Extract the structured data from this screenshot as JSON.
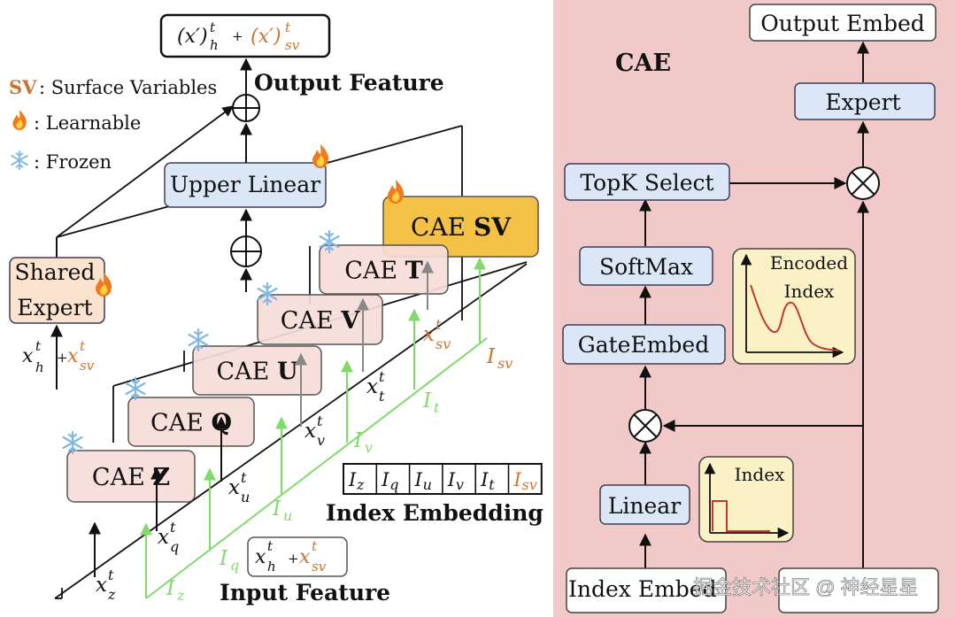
{
  "colors": {
    "right_panel_bg": "#f2c9c9",
    "blue_box": "#dbe6f7",
    "blue_stroke": "#3d3d55",
    "cae_box": "#f6dcd9",
    "cae_sv_box": "#f4c147",
    "shared_expert_box": "#fbe3cf",
    "green": "#7fdc6a",
    "orange": "#c87533",
    "encoded_bg": "#fbf1c6",
    "curve_red": "#c0392b"
  },
  "left": {
    "legend": {
      "sv_key": "SV",
      "sv_text": ": Surface Variables",
      "learnable": ": Learnable",
      "frozen": ": Frozen"
    },
    "output_label": "Output Feature",
    "output_formula": {
      "a": "(x′)",
      "a_sup": "t",
      "a_sub": "h",
      "plus": "+",
      "b": "(x′)",
      "b_sup": "t",
      "b_sub": "sv"
    },
    "upper_linear": "Upper Linear",
    "shared_expert": [
      "Shared",
      "Expert"
    ],
    "shared_input": {
      "base": "x",
      "sup": "t",
      "sub": "h",
      "plus": "+",
      "sv_base": "x",
      "sv_sup": "t",
      "sv_sub": "sv"
    },
    "cae_prefix": "CAE",
    "cae_boxes": [
      {
        "id": "z",
        "bold": "Z"
      },
      {
        "id": "q",
        "bold": "Q"
      },
      {
        "id": "u",
        "bold": "U"
      },
      {
        "id": "v",
        "bold": "V"
      },
      {
        "id": "t",
        "bold": "T"
      },
      {
        "id": "sv",
        "bold": "SV"
      }
    ],
    "x_inputs": [
      {
        "base": "x",
        "sup": "t",
        "sub": "z"
      },
      {
        "base": "x",
        "sup": "t",
        "sub": "q"
      },
      {
        "base": "x",
        "sup": "t",
        "sub": "u"
      },
      {
        "base": "x",
        "sup": "t",
        "sub": "v"
      },
      {
        "base": "x",
        "sup": "t",
        "sub": "t"
      },
      {
        "base": "x",
        "sup": "t",
        "sub": "sv"
      }
    ],
    "i_inputs": [
      {
        "base": "I",
        "sub": "z"
      },
      {
        "base": "I",
        "sub": "q"
      },
      {
        "base": "I",
        "sub": "u"
      },
      {
        "base": "I",
        "sub": "v"
      },
      {
        "base": "I",
        "sub": "t"
      },
      {
        "base": "I",
        "sub": "sv"
      }
    ],
    "index_embedding_label": "Index Embedding",
    "index_cells": [
      "z",
      "q",
      "u",
      "v",
      "t",
      "sv"
    ],
    "index_cell_base": "I",
    "input_label": "Input Feature",
    "input_formula": {
      "base": "x",
      "sup": "t",
      "sub": "h",
      "plus": "+",
      "sv_base": "x",
      "sv_sup": "t",
      "sv_sub": "sv"
    }
  },
  "right": {
    "title": "CAE",
    "output_embed": "Output Embed",
    "expert": "Expert",
    "topk": "TopK Select",
    "softmax": "SoftMax",
    "gate_embed": "GateEmbed",
    "linear": "Linear",
    "index_embed": "Index Embed",
    "encoded_index": [
      "Encoded",
      "Index"
    ],
    "index_plot_label": "Index",
    "watermark": "掘金技术社区 @ 神经星星"
  }
}
